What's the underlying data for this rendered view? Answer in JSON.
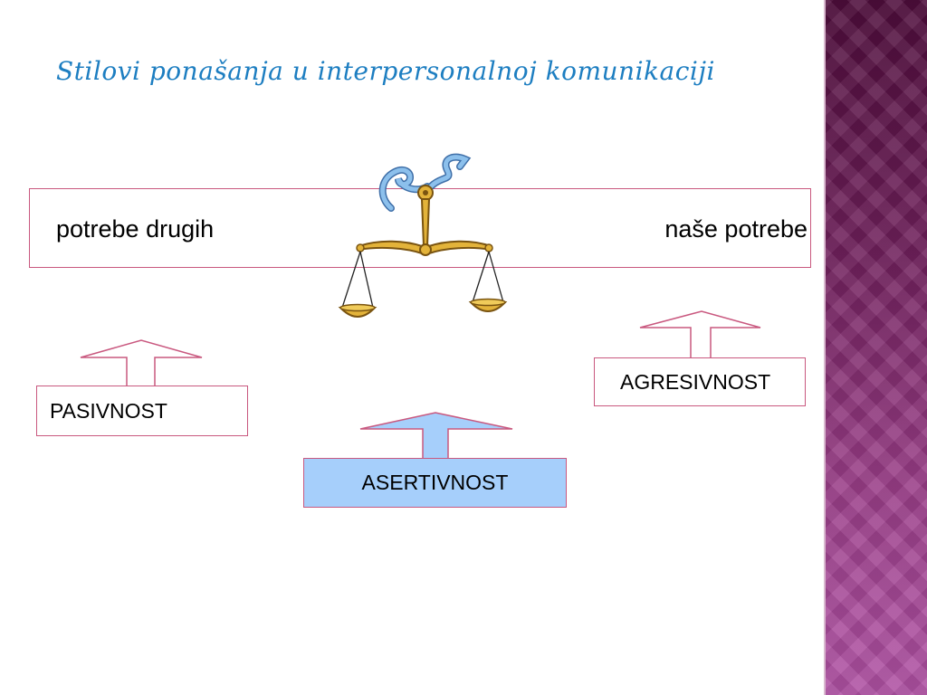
{
  "slide": {
    "title": "Stilovi ponašanja u interpersonalnoj komunikaciji",
    "band": {
      "left_label": "potrebe drugih",
      "right_label": "naše potrebe"
    },
    "boxes": {
      "passive": "PASIVNOST",
      "assertive": "ASERTIVNOST",
      "aggressive": "AGRESIVNOST"
    },
    "icons": {
      "scale": "balance-scale-icon"
    },
    "colors": {
      "title": "#1d7ec1",
      "border": "#c9587f",
      "assertive_fill": "#a6cffb",
      "scale_gold": "#e3b33a",
      "ribbon": "#7aaedc",
      "sidebar": "#8a2f78"
    }
  }
}
